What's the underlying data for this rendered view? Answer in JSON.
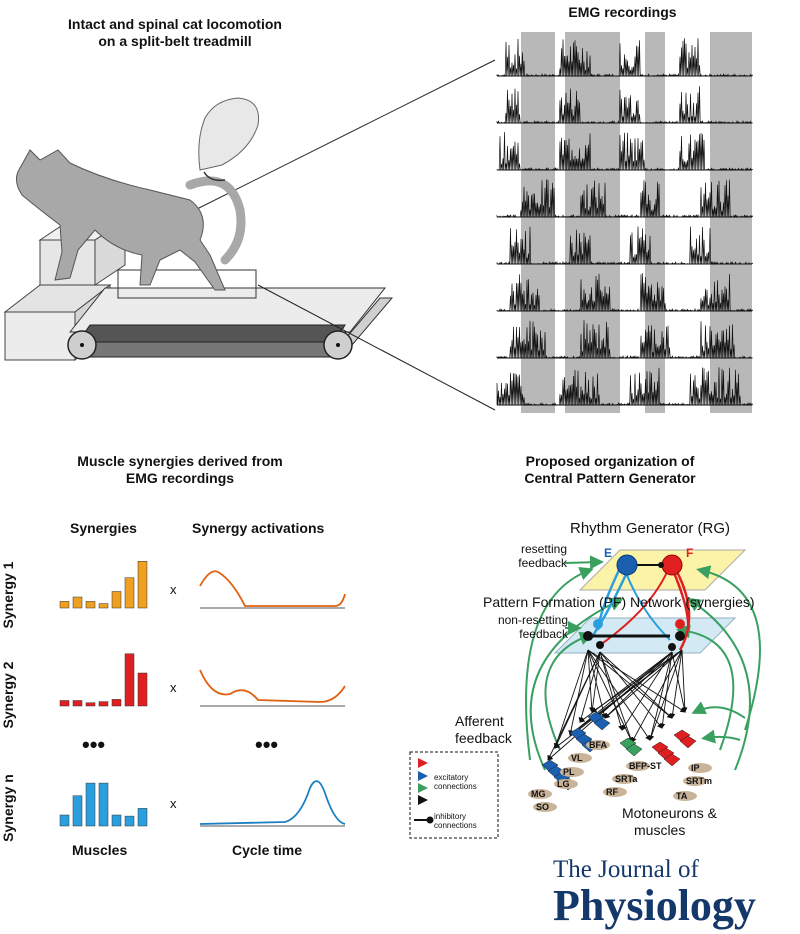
{
  "panels": {
    "treadmill_title_1": "Intact and spinal cat locomotion",
    "treadmill_title_2": "on a split-belt treadmill",
    "emg_title": "EMG recordings",
    "synergy_title_1": "Muscle synergies derived from",
    "synergy_title_2": "EMG recordings",
    "cpg_title_1": "Proposed organization of",
    "cpg_title_2": "Central Pattern Generator"
  },
  "synergies": {
    "col_synergies": "Synergies",
    "col_activations": "Synergy activations",
    "rows": [
      {
        "label": "Synergy 1",
        "color": "#f0a020",
        "bars": [
          0.12,
          0.2,
          0.12,
          0.08,
          0.3,
          0.55,
          0.85
        ],
        "curve": "early"
      },
      {
        "label": "Synergy 2",
        "color": "#e02020",
        "bars": [
          0.1,
          0.1,
          0.06,
          0.08,
          0.12,
          0.95,
          0.6
        ],
        "curve": "late-rise"
      },
      {
        "label": "Synergy n",
        "color": "#2a9fe0",
        "bars": [
          0.2,
          0.55,
          0.78,
          0.78,
          0.2,
          0.18,
          0.32
        ],
        "curve": "late-peak"
      }
    ],
    "times_symbol": "x",
    "ellipsis": "•••",
    "x_muscles": "Muscles",
    "x_cycle": "Cycle time"
  },
  "cpg": {
    "rg_label": "Rhythm Generator (RG)",
    "e_label": "E",
    "f_label": "F",
    "resetting": "resetting",
    "resetting_fb": "feedback",
    "pf_label": "Pattern Formation (PF) Network (synergies)",
    "non_resetting": "non-resetting",
    "non_resetting_fb": "feedback",
    "afferent": "Afferent",
    "afferent_fb": "feedback",
    "motoneurons": "Motoneurons &",
    "muscles": "muscles",
    "muscle_names": [
      "BFA",
      "VL",
      "PL",
      "LG",
      "MG",
      "SO",
      "BFP-ST",
      "SRTa",
      "RF",
      "IP",
      "SRTm",
      "TA"
    ],
    "legend_excitatory": "excitatory",
    "legend_connections": "connections",
    "legend_inhibitory": "inhibitory",
    "legend_inh_connections": "connections",
    "colors": {
      "flexor": "#e02020",
      "extensor": "#1a5fb0",
      "pf": "#111111",
      "feedback": "#3aa060"
    }
  },
  "journal": {
    "line1": "The Journal of",
    "line2": "Physiology"
  }
}
